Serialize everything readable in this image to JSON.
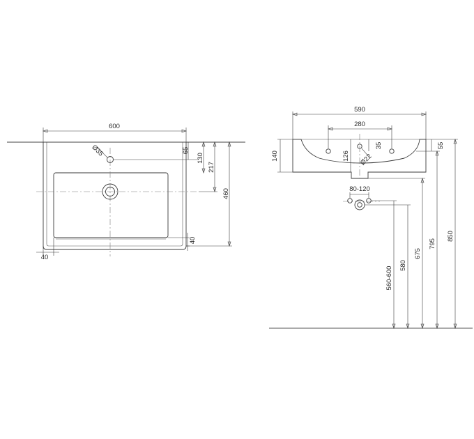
{
  "top_view": {
    "width": "600",
    "tap_hole_diameter": "Ø35",
    "tap_offset": "65",
    "depth_to_tap": "130",
    "depth_to_drain": "217",
    "total_depth": "460",
    "rim_front": "40",
    "rim_side": "40"
  },
  "side_view": {
    "overall_width": "590",
    "tap_spacing": "280",
    "height": "140",
    "tap_depth": "126",
    "tap_hole_diameter": "Ø22",
    "tap_offset": "35",
    "rim_height": "55",
    "waste_spacing": "80-120",
    "floor_to_waste": "560-600",
    "floor_to_trap": "580",
    "floor_to_drain": "675",
    "floor_to_underside": "795",
    "floor_to_rim": "850"
  },
  "colors": {
    "line": "#3a3a3a",
    "center_line": "#7a7a7a",
    "floor_line": "#777777"
  }
}
